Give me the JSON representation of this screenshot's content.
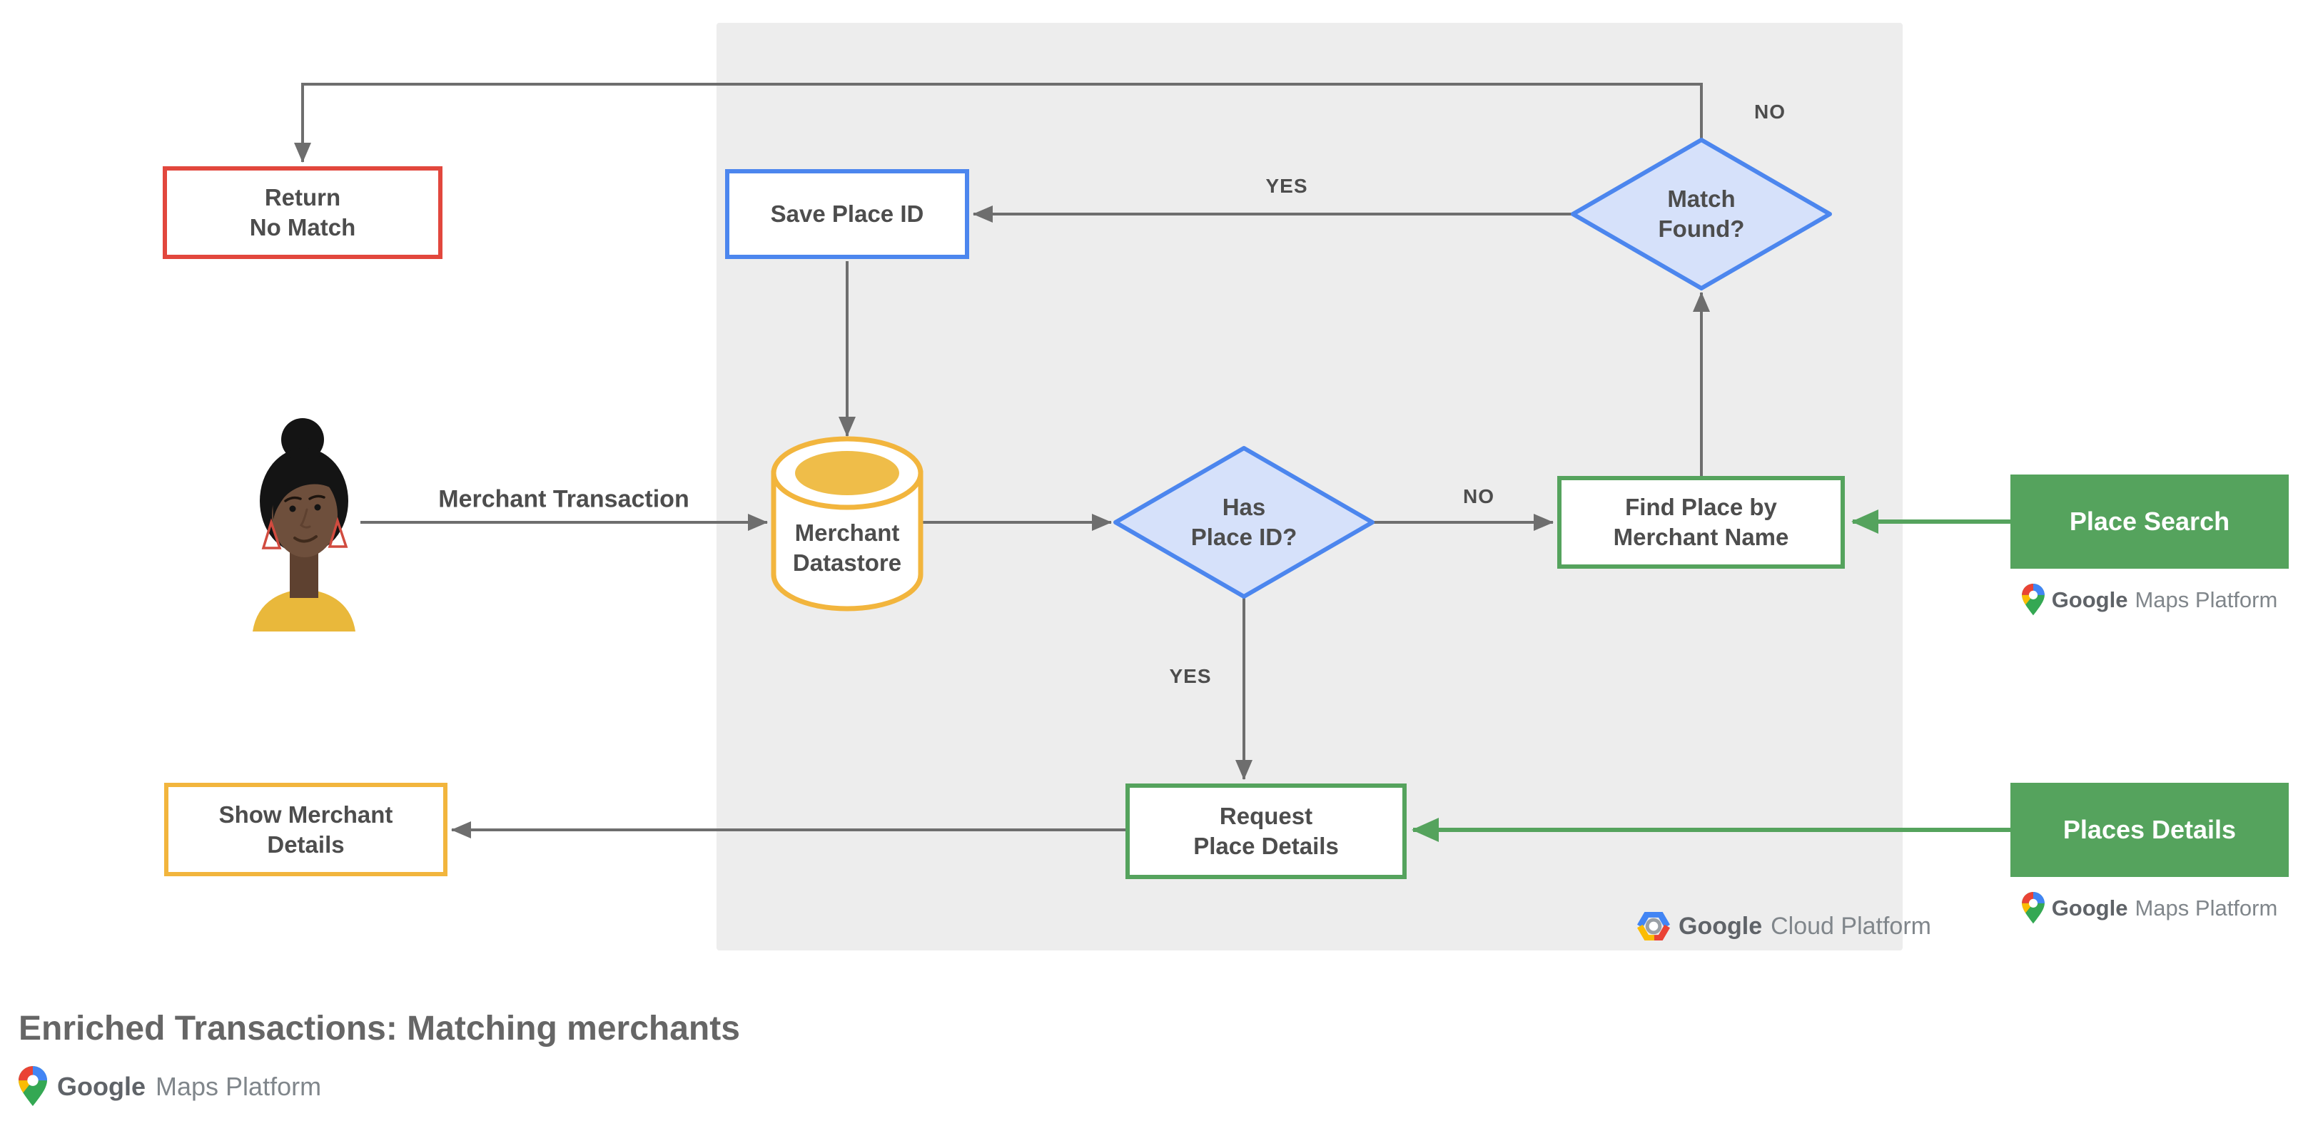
{
  "title": "Enriched Transactions: Matching merchants",
  "brand": {
    "google": "Google",
    "maps_platform": "Maps Platform",
    "cloud_platform": "Cloud Platform"
  },
  "colors": {
    "red_border": "#E2473D",
    "blue_border": "#4C86EE",
    "blue_fill": "#D6E1FA",
    "yellow_border": "#F2B53D",
    "amber_fill": "#EFBD49",
    "green": "#55A35D",
    "line_gray": "#6E6E6E",
    "panel_gray": "#EDEDED",
    "text_gray": "#4D4D4D"
  },
  "nodes": {
    "return_no_match": {
      "line1": "Return",
      "line2": "No Match"
    },
    "save_place_id": {
      "label": "Save Place ID"
    },
    "match_found": {
      "line1": "Match",
      "line2": "Found?"
    },
    "merchant_datastore": {
      "line1": "Merchant",
      "line2": "Datastore"
    },
    "has_place_id": {
      "line1": "Has",
      "line2": "Place ID?"
    },
    "find_place_by_merchant_name": {
      "line1": "Find Place by",
      "line2": "Merchant Name"
    },
    "request_place_details": {
      "line1": "Request",
      "line2": "Place Details"
    },
    "show_merchant_details": {
      "line1": "Show Merchant",
      "line2": "Details"
    },
    "place_search": {
      "label": "Place Search"
    },
    "places_details": {
      "label": "Places Details"
    }
  },
  "edge_labels": {
    "match_found_no": "NO",
    "match_found_yes": "YES",
    "has_place_id_no": "NO",
    "has_place_id_yes": "YES",
    "merchant_transaction": "Merchant Transaction"
  }
}
